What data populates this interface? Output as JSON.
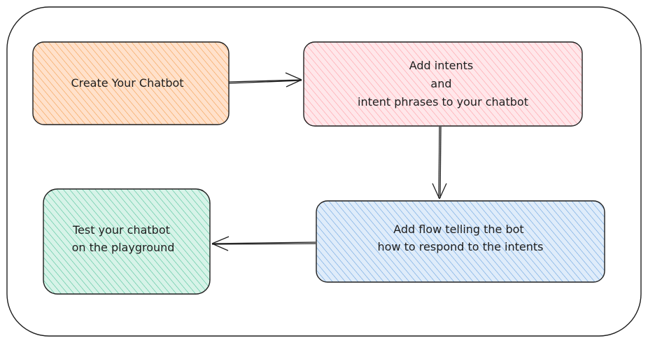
{
  "diagram": {
    "nodes": [
      {
        "id": "create",
        "lines": [
          "Create Your Chatbot"
        ],
        "fill": "#ffc9a0",
        "hatch": "#f08c2e",
        "stroke": "#1e1e1e"
      },
      {
        "id": "intents",
        "lines": [
          "Add intents",
          "and",
          "intent phrases to your chatbot"
        ],
        "fill": "#ffd4d8",
        "hatch": "#ff8a93",
        "stroke": "#1e1e1e"
      },
      {
        "id": "flow",
        "lines": [
          "Add flow telling the bot",
          "how to respond to the intents"
        ],
        "fill": "#c5ddf5",
        "hatch": "#4a90d9",
        "stroke": "#1e1e1e"
      },
      {
        "id": "test",
        "lines": [
          "Test your chatbot",
          "on the playground"
        ],
        "fill": "#b6ead6",
        "hatch": "#2bb585",
        "stroke": "#1e1e1e"
      }
    ],
    "edges": [
      {
        "from": "create",
        "to": "intents"
      },
      {
        "from": "intents",
        "to": "flow"
      },
      {
        "from": "flow",
        "to": "test"
      }
    ],
    "frame_stroke": "#1e1e1e"
  }
}
